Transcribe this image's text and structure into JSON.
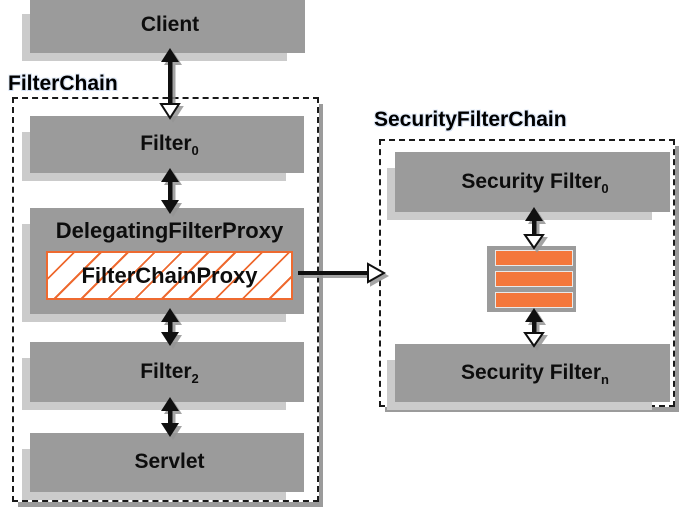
{
  "title": "Spring Security filter chain architecture diagram",
  "labels": {
    "filter_chain": "FilterChain",
    "security_filter_chain": "SecurityFilterChain"
  },
  "boxes": {
    "client": "Client",
    "filter0": {
      "base": "Filter",
      "sub": "0"
    },
    "delegating_filter_proxy": "DelegatingFilterProxy",
    "filter_chain_proxy": "FilterChainProxy",
    "filter2": {
      "base": "Filter",
      "sub": "2"
    },
    "servlet": "Servlet",
    "security_filter0": {
      "base": "Security Filter",
      "sub": "0"
    },
    "security_filtern": {
      "base": "Security Filter",
      "sub": "n"
    }
  },
  "ellipsis_bars_count": 3,
  "arrows": [
    "client-to-filter0-bidirectional",
    "filter0-to-delegatingfilterproxy-bidirectional",
    "filterchainproxy-to-filter2-bidirectional",
    "filter2-to-servlet-bidirectional",
    "filterchainproxy-to-securityfilterchain-horizontal",
    "securityfilter0-to-bars-bidirectional",
    "bars-to-securityfiltern-bidirectional"
  ],
  "colors": {
    "orange": "#F4773B",
    "purple": "#B369AE",
    "navy": "#27276F",
    "midgray": "#9B9B9B",
    "lightgray": "#CBCBCB",
    "dash": "#1A1A1A",
    "hatch": "#EE6A30"
  }
}
